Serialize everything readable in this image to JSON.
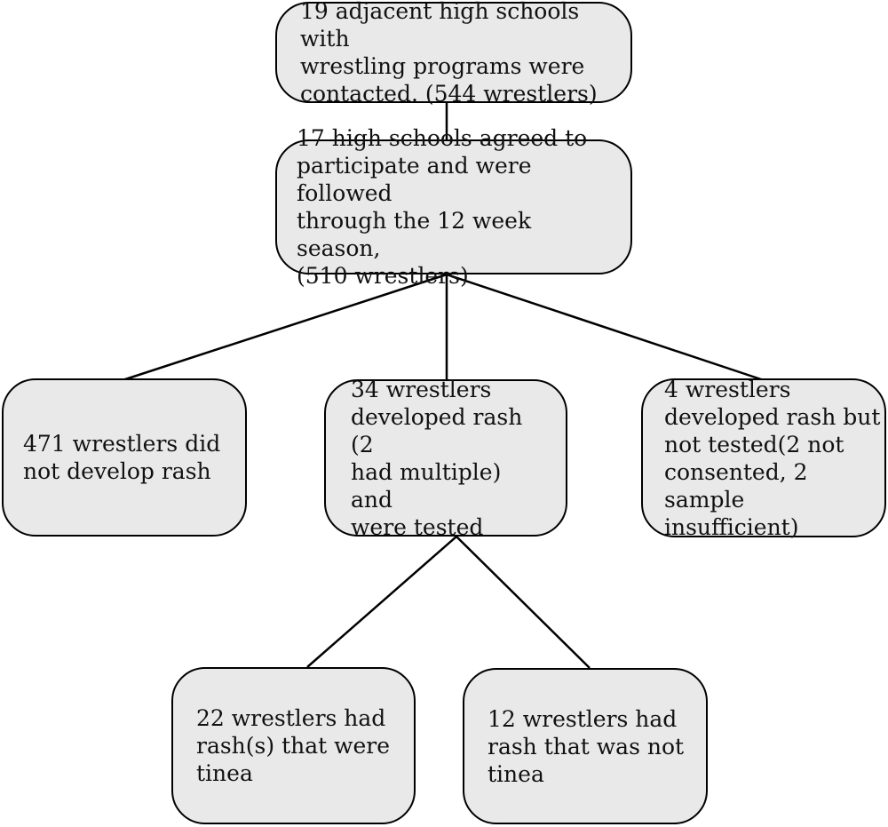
{
  "flowchart": {
    "nodes": {
      "top": "19 adjacent high schools with\nwrestling programs were\ncontacted. (544 wrestlers)",
      "agreed": "17 high schools agreed to\nparticipate and were followed\nthrough the 12 week season,\n(510 wrestlers)",
      "no_rash": "471 wrestlers did\nnot develop rash",
      "rash_tested": "34 wrestlers\ndeveloped rash (2\nhad multiple) and\nwere tested",
      "rash_not_tested": "4 wrestlers\ndeveloped rash but\nnot tested(2 not\nconsented, 2\nsample insufficient)",
      "tinea": "22 wrestlers had\nrash(s) that were\ntinea",
      "not_tinea": "12 wrestlers had\nrash that was not\ntinea"
    },
    "colors": {
      "box_fill": "#e9e9e9",
      "box_border": "#000000",
      "connector": "#000000",
      "text": "#111111"
    }
  }
}
